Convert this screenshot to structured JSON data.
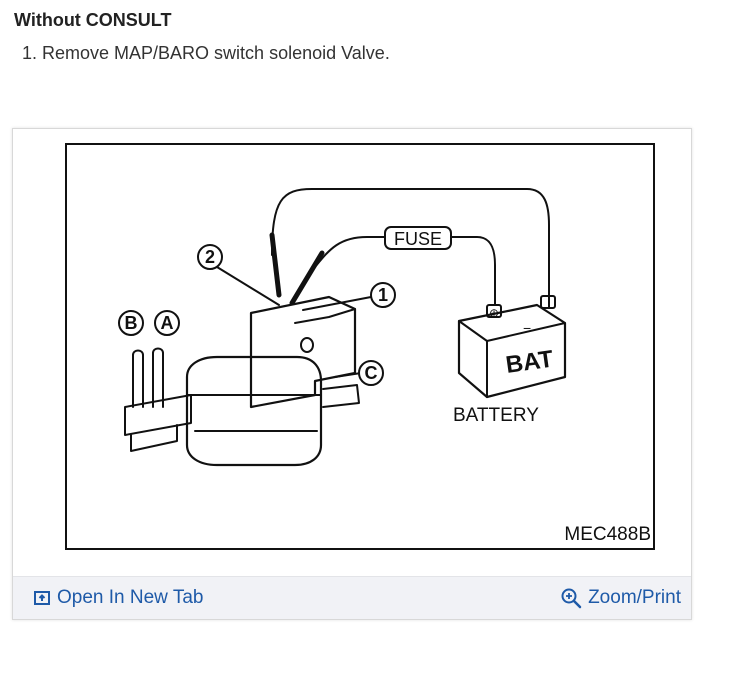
{
  "section": {
    "heading": "Without CONSULT",
    "step": "1. Remove MAP/BARO switch solenoid Valve."
  },
  "figure": {
    "labels": {
      "fuse": "FUSE",
      "bat": "BAT",
      "battery": "BATTERY",
      "callout_1": "1",
      "callout_2": "2",
      "port_a": "A",
      "port_b": "B",
      "port_c": "C"
    },
    "code": "MEC488B"
  },
  "toolbar": {
    "open_tab_label": "Open In New Tab",
    "zoom_label": "Zoom/Print",
    "open_tab_icon": "open-in-new-tab-icon",
    "zoom_icon": "zoom-in-icon",
    "link_color": "#1e5aa8"
  }
}
